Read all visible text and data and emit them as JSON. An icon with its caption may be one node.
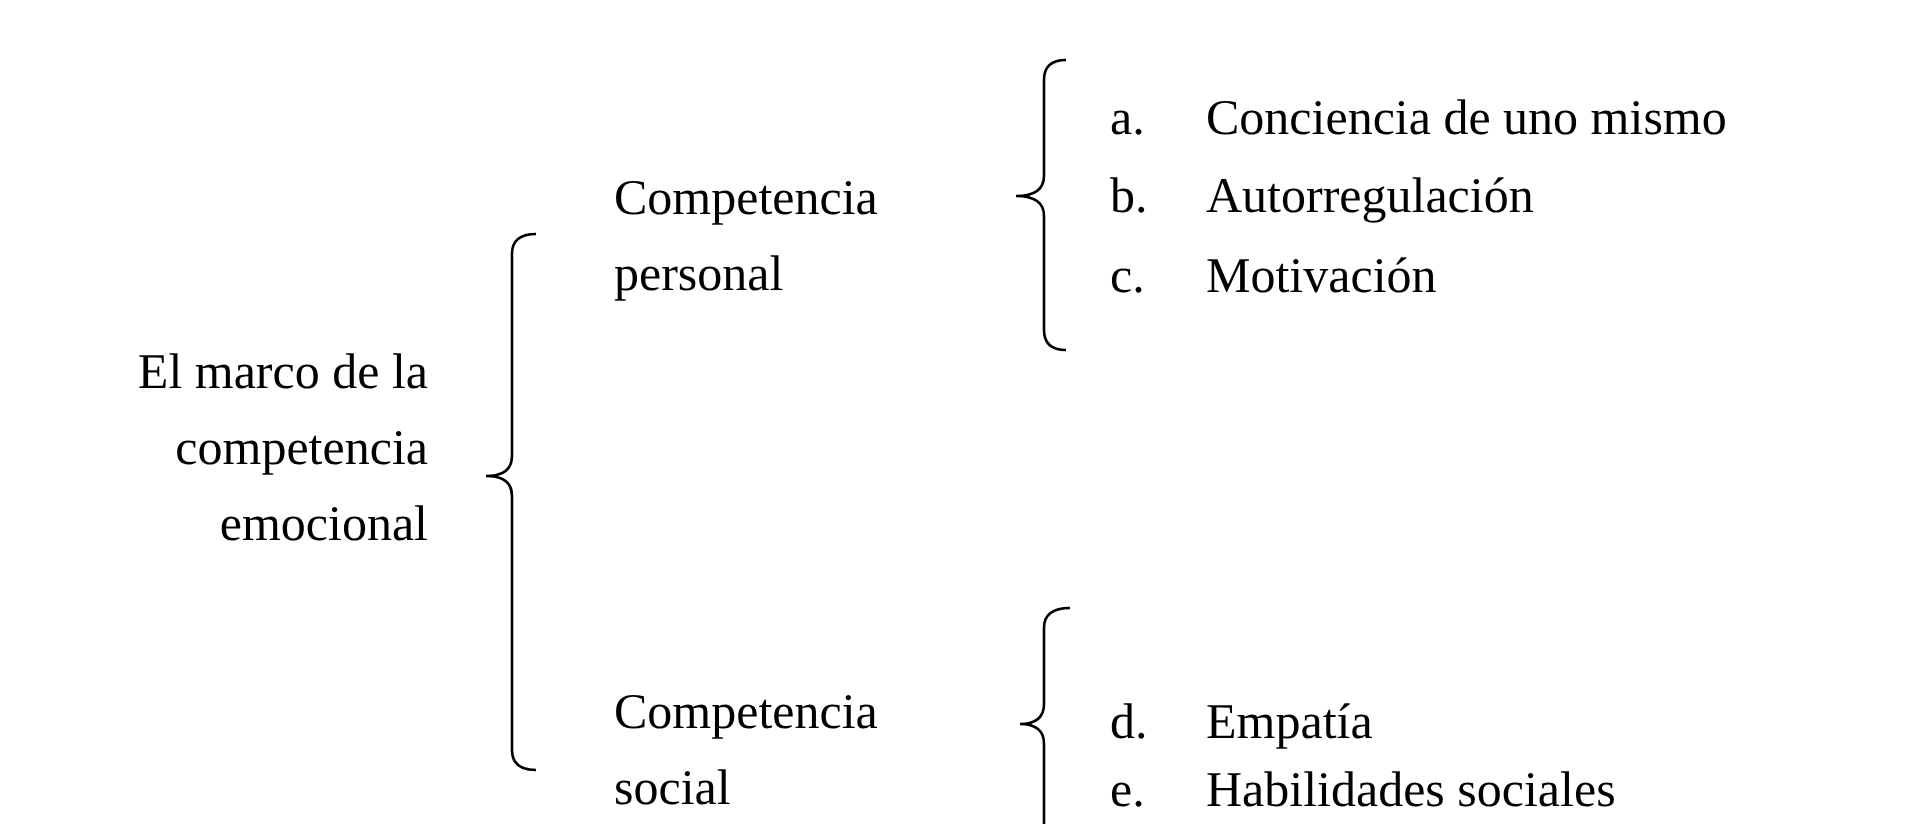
{
  "diagram": {
    "labels": [
      "Competencia personal",
      "a.",
      "Conciencia de uno mismo",
      "b.",
      "Autorregulación",
      "c.",
      "Motivación",
      "El marco de la competencia emocional",
      "Competencia social",
      "d.",
      "Empatía",
      "e.",
      "Habilidades sociales"
    ]
  }
}
